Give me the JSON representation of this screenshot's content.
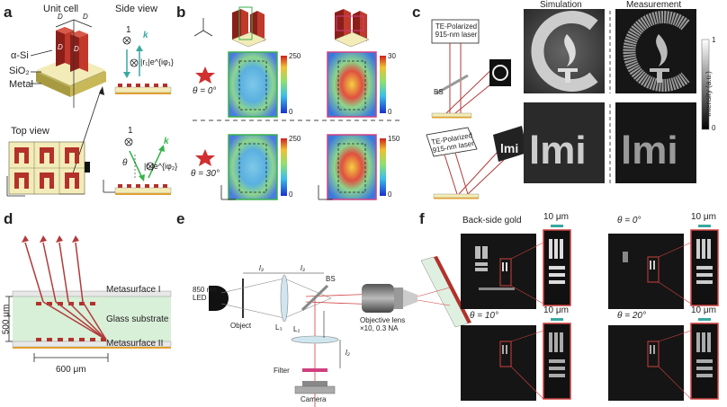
{
  "panels": {
    "a": {
      "letter": "a",
      "unit_cell": "Unit cell",
      "side_view": "Side view",
      "top_view": "Top view",
      "asi": "α-Si",
      "sio2": "SiO₂",
      "metal": "Metal",
      "dx_left": "D",
      "dx_right": "D",
      "dyin": "D",
      "dxin": "D",
      "one_top": "1",
      "k_top": "k",
      "r1_top": "|r₁|e^{iφ₁}",
      "one_bottom": "1",
      "theta": "θ",
      "k_bottom": "k",
      "r1_bottom": "|r₁|e^{iφ₂}"
    },
    "b": {
      "letter": "b",
      "angle_top": "θ = 0°",
      "angle_bottom": "θ = 30°",
      "scale_tl_max": "250",
      "scale_tl_min": "0",
      "scale_tr_max": "30",
      "scale_tr_min": "0",
      "scale_bl_max": "250",
      "scale_bl_min": "0",
      "scale_br_max": "150",
      "scale_br_min": "0"
    },
    "c": {
      "letter": "c",
      "laser_top": "TE-Polarized 915-nm laser",
      "bs": "BS",
      "laser_bottom": "TE-Polarized 915-nm laser",
      "simulation": "Simulation",
      "measurement": "Measurement",
      "colorbar_label": "Intensity (a.u.)",
      "cb_max": "1",
      "cb_min": "0"
    },
    "d": {
      "letter": "d",
      "metasurface1": "Metasurface I",
      "glass": "Glass substrate",
      "metasurface2": "Metasurface II",
      "thickness": "500 μm",
      "width": "600 μm"
    },
    "e": {
      "letter": "e",
      "led": "850 nm LED",
      "object": "Object",
      "l3a": "l₃",
      "l3b": "l₃",
      "bs": "BS",
      "lens_l3": "L₃",
      "lens_l2": "L₂",
      "l2": "l₂",
      "objective": "Objective lens ×10, 0.3 NA",
      "filter": "Filter",
      "camera": "Camera"
    },
    "f": {
      "letter": "f",
      "back_side_gold": "Back-side gold",
      "theta0": "θ = 0°",
      "theta10": "θ = 10°",
      "theta20": "θ = 20°",
      "scale1": "10 μm",
      "scale2": "10 μm",
      "scale3": "10 μm",
      "scale4": "10 μm"
    }
  },
  "colors": {
    "pillar": "#b3312b",
    "substrate": "#f4eebd",
    "glass": "#d8efd8",
    "metal": "#e0a030",
    "ray": "#b33a3a",
    "accent_teal": "#3aa8a0",
    "accent_green": "#38b24a"
  }
}
